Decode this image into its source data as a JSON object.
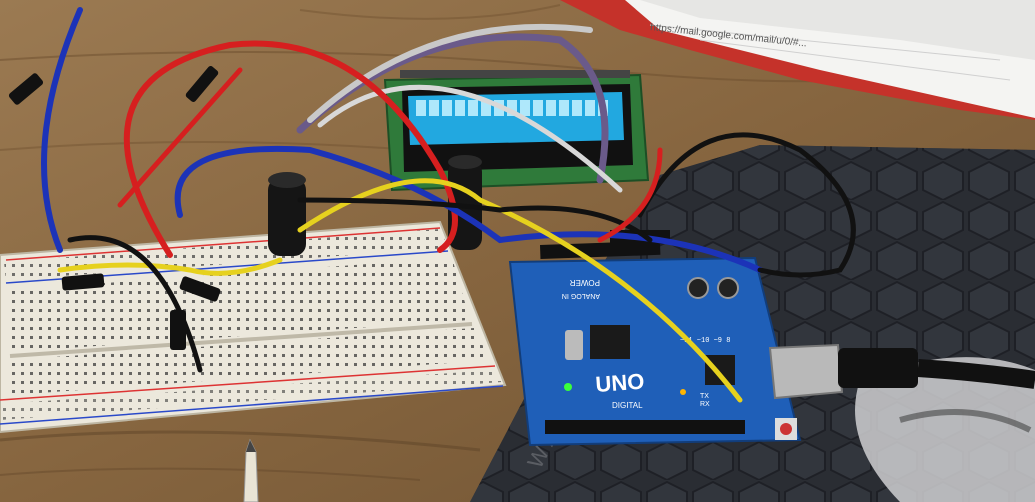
{
  "paper": {
    "url_text": "https://mail.google.com/mail/u/0/#..."
  },
  "arduino": {
    "logo": "UNO",
    "digital_label": "DIGITAL",
    "power_label": "POWER",
    "analog_label": "ANALOG IN",
    "tx_label": "TX",
    "rx_label": "RX",
    "pin_label": "~11 ~10 ~9 8"
  },
  "mousepad": {
    "letters": "W  A  A"
  },
  "colors": {
    "table": "#8a6a46",
    "pcb": "#1f5fb8",
    "lcd_screen": "#22a8e0",
    "lcd_pcb": "#2f7a3a",
    "breadboard": "#ece8dc",
    "mousepad": "#2a2d33",
    "wire_red": "#d61f1f",
    "wire_blue": "#1c33b8",
    "wire_yellow": "#e6d11e",
    "wire_black": "#111111"
  }
}
